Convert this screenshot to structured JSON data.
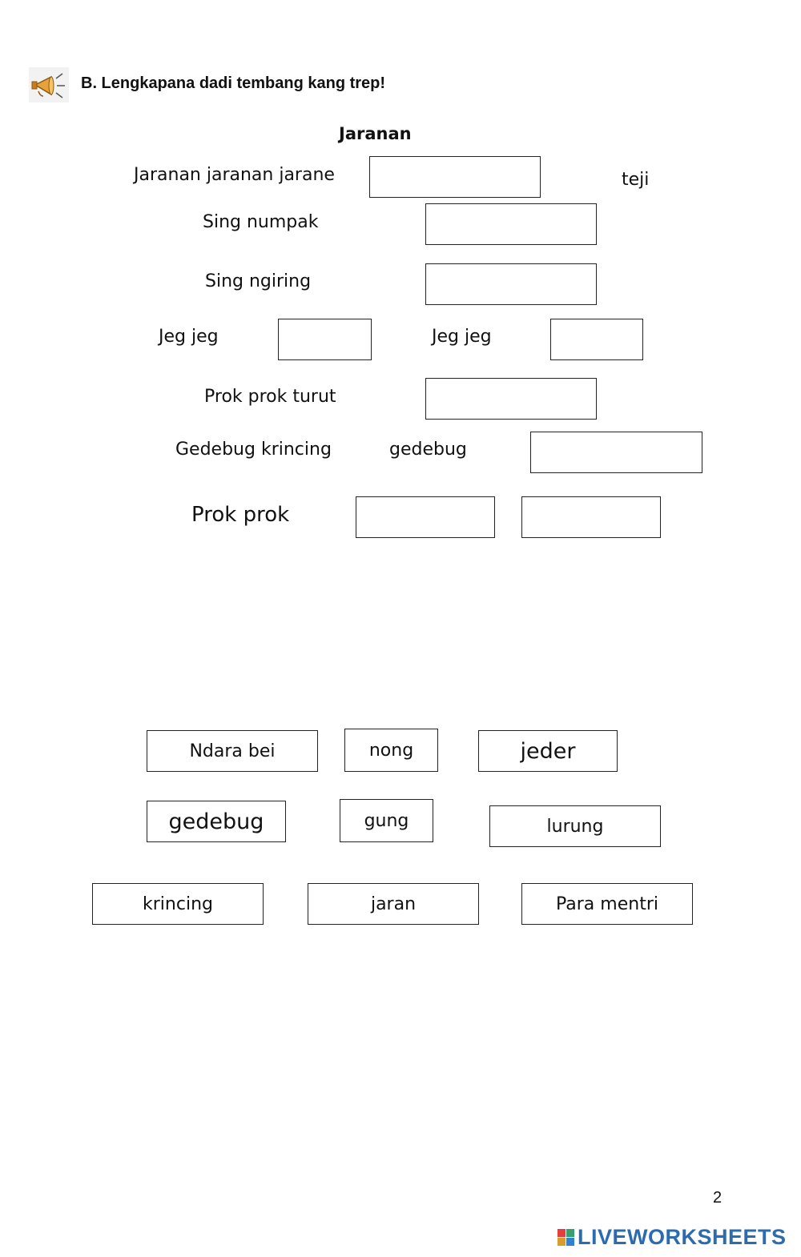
{
  "header": {
    "instruction": "B.  Lengkapana dadi tembang kang trep!",
    "song_title": "Jaranan"
  },
  "lyrics": {
    "line1": "Jaranan jaranan jarane",
    "line1_suffix": "teji",
    "line2": "Sing numpak",
    "line3": "Sing ngiring",
    "line4a": "Jeg jeg",
    "line4b": "Jeg jeg",
    "line5": "Prok prok turut",
    "line6a": "Gedebug krincing",
    "line6b": "gedebug",
    "line7": "Prok prok"
  },
  "word_bank": [
    "Ndara bei",
    "nong",
    "jeder",
    "gedebug",
    "gung",
    "lurung",
    "krincing",
    "jaran",
    "Para mentri"
  ],
  "page_number": "2",
  "footer": {
    "brand": "LIVEWORKSHEETS"
  },
  "colors": {
    "brand": "#2b6cb0",
    "logo": [
      "#e53e3e",
      "#38a169",
      "#d69e2e",
      "#3182ce"
    ]
  }
}
